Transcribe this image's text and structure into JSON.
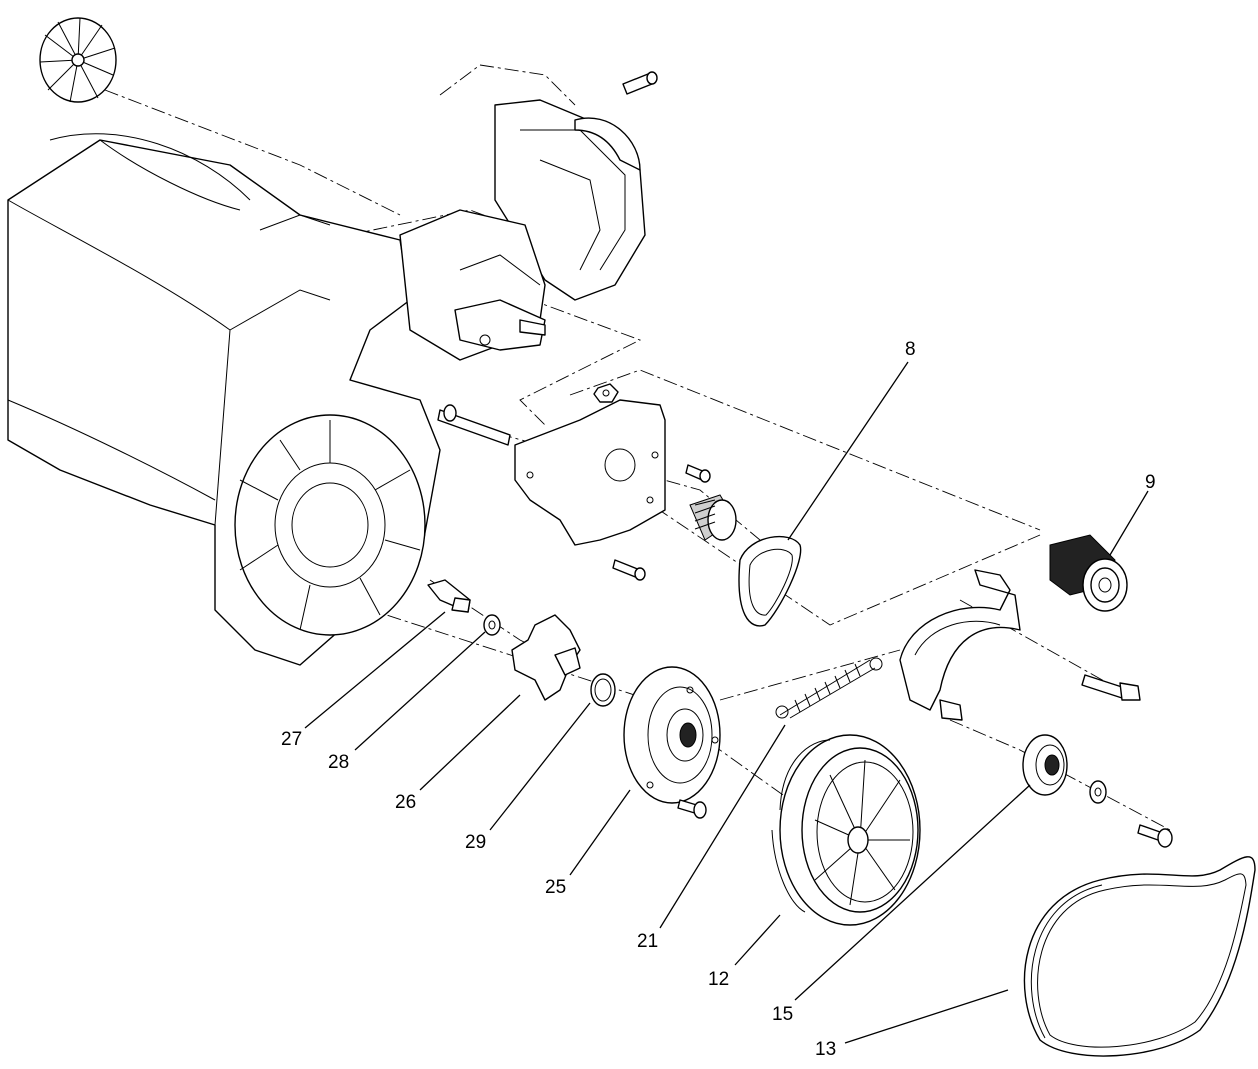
{
  "diagram": {
    "callouts": [
      {
        "id": "8",
        "label": "8"
      },
      {
        "id": "9",
        "label": "9"
      },
      {
        "id": "27",
        "label": "27"
      },
      {
        "id": "28",
        "label": "28"
      },
      {
        "id": "26",
        "label": "26"
      },
      {
        "id": "29",
        "label": "29"
      },
      {
        "id": "25",
        "label": "25"
      },
      {
        "id": "21",
        "label": "21"
      },
      {
        "id": "12",
        "label": "12"
      },
      {
        "id": "15",
        "label": "15"
      },
      {
        "id": "13",
        "label": "13"
      }
    ]
  }
}
